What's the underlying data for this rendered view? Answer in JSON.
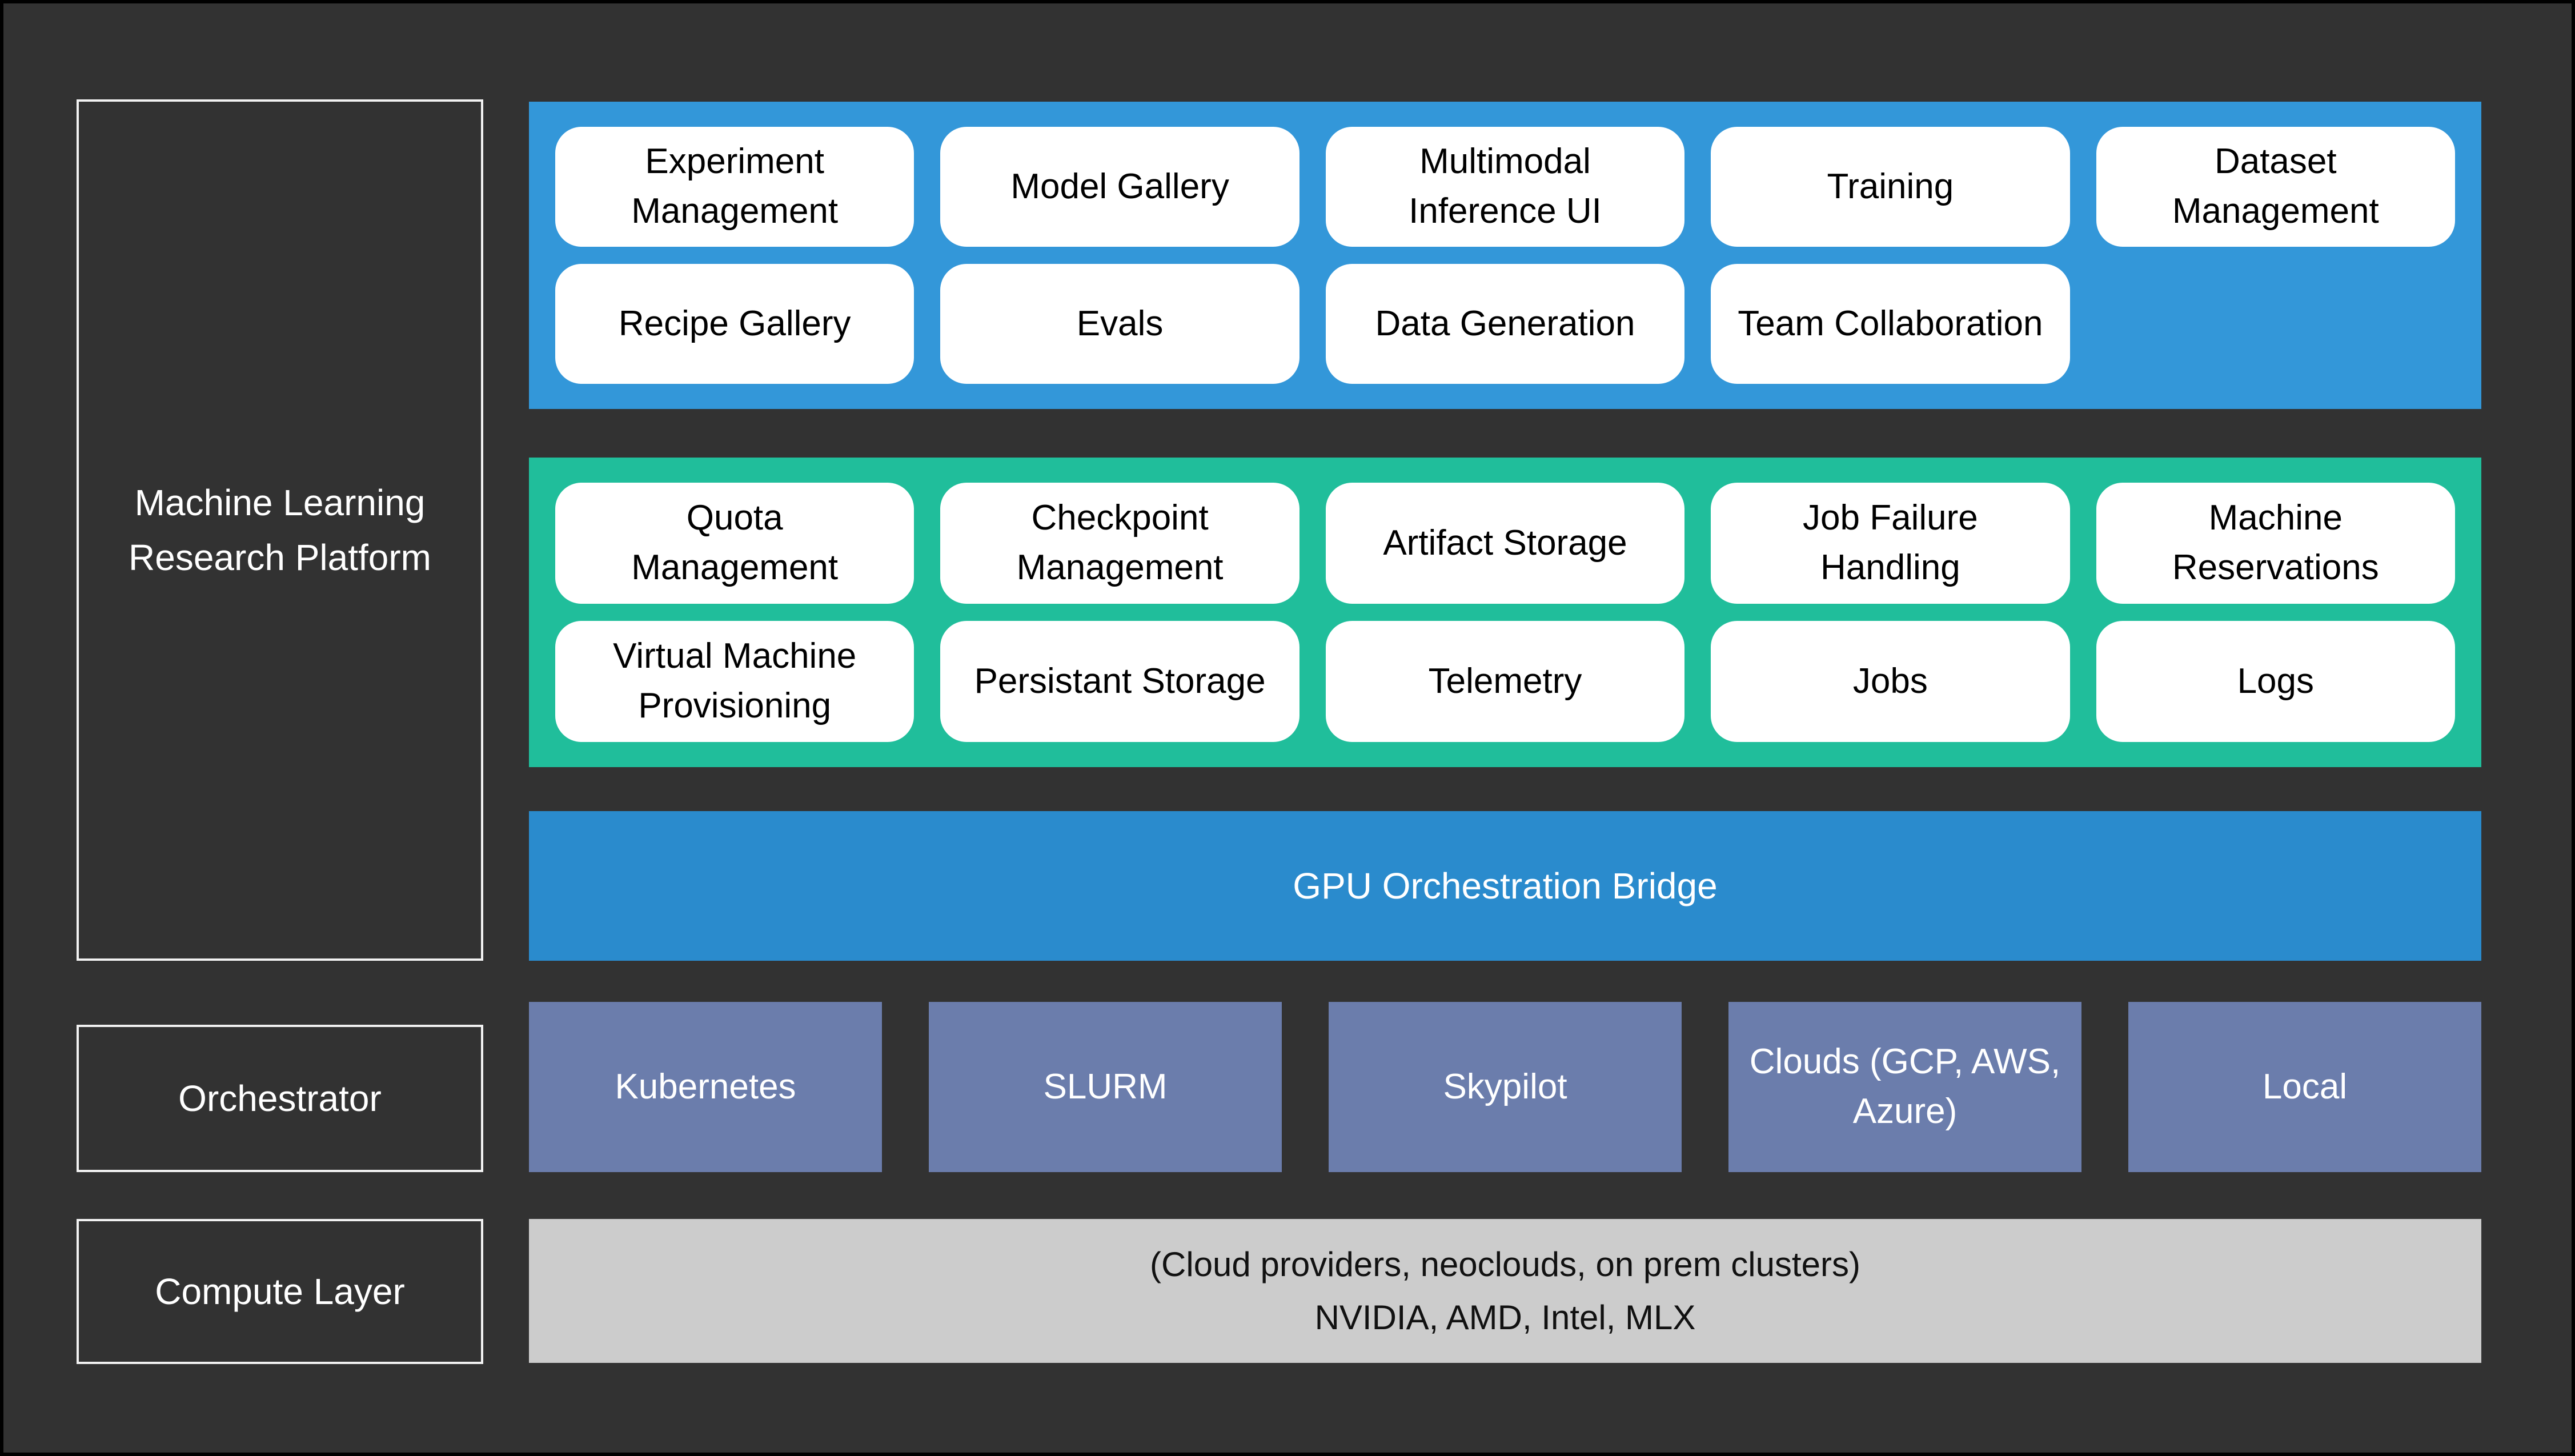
{
  "colors": {
    "canvas_background": "#323232",
    "canvas_border": "#000000",
    "outline_box_border": "#f2f2f2",
    "app_layer_background": "#3397d9",
    "infra_layer_background": "#20be9b",
    "bridge_background": "#2a8bcd",
    "orchestrator_box_background": "#6b7dac",
    "compute_bar_background": "#cccccc",
    "card_background": "#ffffff",
    "card_text": "#000000",
    "light_text": "#ffffff"
  },
  "left_labels": {
    "platform": "Machine Learning\nResearch Platform",
    "orchestrator": "Orchestrator",
    "compute": "Compute Layer"
  },
  "app_layer": {
    "row1": [
      "Experiment\nManagement",
      "Model Gallery",
      "Multimodal\nInference UI",
      "Training",
      "Dataset\nManagement"
    ],
    "row2": [
      "Recipe Gallery",
      "Evals",
      "Data Generation",
      "Team Collaboration"
    ]
  },
  "infra_layer": {
    "row1": [
      "Quota\nManagement",
      "Checkpoint\nManagement",
      "Artifact Storage",
      "Job Failure\nHandling",
      "Machine\nReservations"
    ],
    "row2": [
      "Virtual Machine\nProvisioning",
      "Persistant Storage",
      "Telemetry",
      "Jobs",
      "Logs"
    ]
  },
  "bridge": {
    "label": "GPU Orchestration Bridge"
  },
  "orchestrators": [
    "Kubernetes",
    "SLURM",
    "Skypilot",
    "Clouds (GCP, AWS,\nAzure)",
    "Local"
  ],
  "compute_layer": {
    "line1": "(Cloud providers, neoclouds, on prem clusters)",
    "line2": "NVIDIA, AMD, Intel, MLX"
  }
}
